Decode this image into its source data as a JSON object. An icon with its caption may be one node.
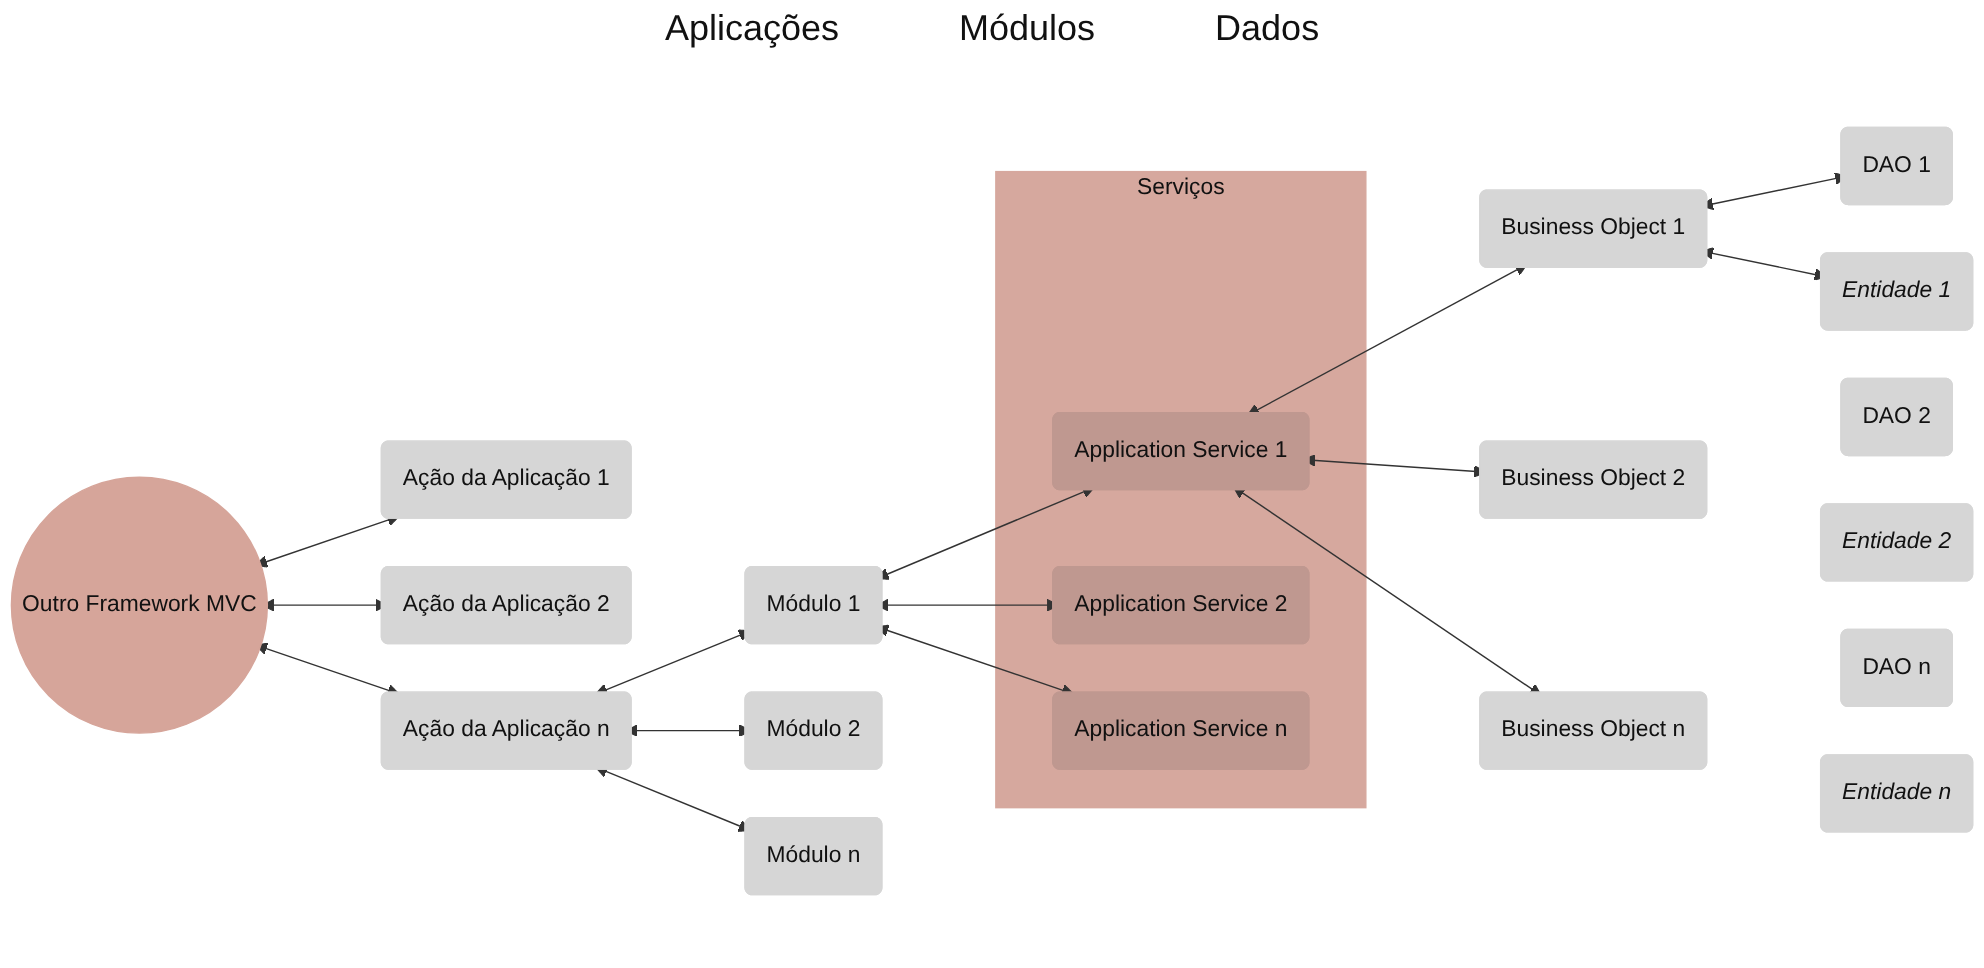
{
  "diagram": {
    "nodes": [
      {
        "text": [
          "Outro Framework MVC"
        ]
      },
      {
        "text": [
          "Ação da Aplicação 1"
        ]
      },
      {
        "text": [
          "Ação da Aplicação 2"
        ]
      },
      {
        "text": [
          "Ação da Aplicação n"
        ]
      },
      {
        "text": [
          "Módulo 1"
        ]
      },
      {
        "text": [
          "Módulo 2"
        ]
      },
      {
        "text": [
          "Módulo n"
        ]
      },
      {
        "text": [
          "Serviços"
        ]
      },
      {
        "text": [
          "Application Service 1"
        ],
        "in": 7
      },
      {
        "text": [
          "Application Service 2"
        ],
        "in": 7
      },
      {
        "text": [
          "Application Service n"
        ],
        "in": 7
      },
      {
        "text": [
          "Business Object 1"
        ]
      },
      {
        "text": [
          "Business Object 2"
        ]
      },
      {
        "text": [
          "Business Object n"
        ]
      },
      {
        "text": [
          "DAO 1"
        ]
      },
      {
        "text": [
          "Entidade 1"
        ]
      },
      {
        "text": [
          "DAO 2"
        ]
      },
      {
        "text": [
          "Entidade 2"
        ]
      },
      {
        "text": [
          "DAO n"
        ]
      },
      {
        "text": [
          "Entidade n"
        ]
      }
    ],
    "edges": [
      {
        "from": 0,
        "to": 1,
        "arrow": "both"
      },
      {
        "from": 0,
        "to": 2,
        "arrow": "both"
      },
      {
        "from": 0,
        "to": 3,
        "arrow": "both"
      },
      {
        "from": 3,
        "to": 4,
        "arrow": "both"
      },
      {
        "from": 3,
        "to": 5,
        "arrow": "both"
      },
      {
        "from": 3,
        "to": 6,
        "arrow": "both"
      },
      {
        "from": 4,
        "to": 8,
        "arrow": "both"
      },
      {
        "from": 4,
        "to": 9,
        "arrow": "both"
      },
      {
        "from": 4,
        "to": 10,
        "arrow": "both"
      },
      {
        "from": 8,
        "to": 11,
        "arrow": "both"
      },
      {
        "from": 8,
        "to": 12,
        "arrow": "both"
      },
      {
        "from": 8,
        "to": 13,
        "arrow": "both"
      },
      {
        "from": 11,
        "to": 14,
        "arrow": "both"
      },
      {
        "from": 11,
        "to": 15,
        "arrow": "both"
      }
    ],
    "labels": [
      "Aplicações",
      "Módulos",
      "Dados"
    ]
  }
}
